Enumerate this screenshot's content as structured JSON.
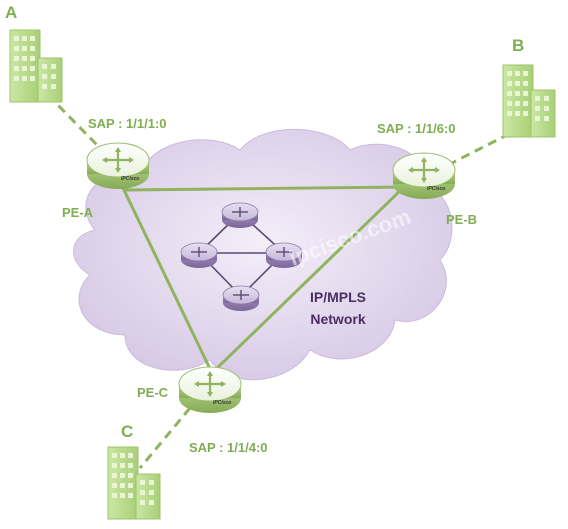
{
  "sites": [
    {
      "id": "A",
      "label": "A"
    },
    {
      "id": "B",
      "label": "B"
    },
    {
      "id": "C",
      "label": "C"
    }
  ],
  "pe_routers": [
    {
      "id": "PE-A",
      "label": "PE-A",
      "sap": "SAP : 1/1/1:0"
    },
    {
      "id": "PE-B",
      "label": "PE-B",
      "sap": "SAP : 1/1/6:0"
    },
    {
      "id": "PE-C",
      "label": "PE-C",
      "sap": "SAP : 1/1/4:0"
    }
  ],
  "core": {
    "label_line1": "IP/MPLS",
    "label_line2": "Network",
    "router_count": 4
  },
  "watermark": "ipcisco.com",
  "router_brand": "IPCisco",
  "colors": {
    "site_green": "#b9dc8b",
    "link_green": "#8fb35e",
    "cloud": "#dccfe8",
    "core_router": "#b7a6cd",
    "label_green": "#7fae52",
    "network_label": "#4b2f63"
  }
}
